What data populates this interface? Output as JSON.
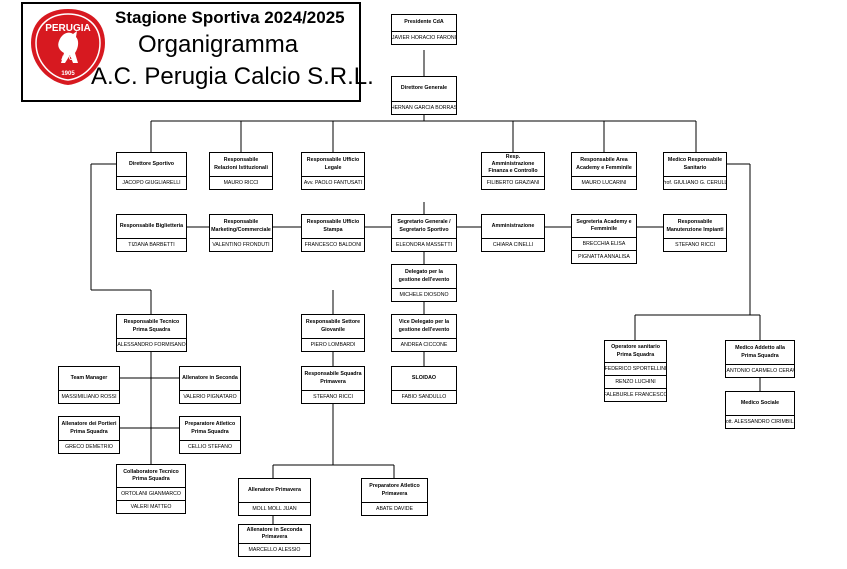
{
  "header": {
    "season": "Stagione Sportiva 2024/2025",
    "title": "Organigramma",
    "club": "A.C. Perugia Calcio S.R.L.",
    "logo_text": "PERUGIA",
    "logo_ac": "A.   C.",
    "logo_year": "1905",
    "logo_color": "#d71920"
  },
  "org": [
    {
      "role": "Presidente CdA",
      "names": [
        "JAVIER HORACIO FARONI"
      ]
    },
    {
      "role": "Direttore Generale",
      "names": [
        "HERNAN GARCIA BORRAS"
      ]
    },
    {
      "role": "Direttore Sportivo",
      "names": [
        "JACOPO GIUGLIARELLI"
      ]
    },
    {
      "role": "Responsabile Relazioni Istituzionali",
      "names": [
        "MAURO RICCI"
      ]
    },
    {
      "role": "Responsabile Ufficio Legale",
      "names": [
        "Avv. PAOLO FANTUSATI"
      ]
    },
    {
      "role": "Resp. Amministrazione Finanza e Controllo",
      "names": [
        "FILIBERTO GRAZIANI"
      ]
    },
    {
      "role": "Responsabile Area Academy e Femminile",
      "names": [
        "MAURO LUCARINI"
      ]
    },
    {
      "role": "Medico Responsabile Sanitario",
      "names": [
        "Prof. GIULIANO G. CERULLI"
      ]
    },
    {
      "role": "Responsabile Biglietteria",
      "names": [
        "TIZIANA BARBETTI"
      ]
    },
    {
      "role": "Responsabile Marketing/Commerciale",
      "names": [
        "VALENTINO FRONDUTI"
      ]
    },
    {
      "role": "Responsabile Ufficio Stampa",
      "names": [
        "FRANCESCO BALDONI"
      ]
    },
    {
      "role": "Segretario Generale / Segretario Sportivo",
      "names": [
        "ELEONORA MASSETTI"
      ]
    },
    {
      "role": "Amministrazione",
      "names": [
        "CHIARA CINELLI"
      ]
    },
    {
      "role": "Segreteria Academy e Femminile",
      "names": [
        "BRECCHIA ELISA",
        "PIGNATTA ANNALISA"
      ]
    },
    {
      "role": "Responsabile Manutenzione Impianti",
      "names": [
        "STEFANO RICCI"
      ]
    },
    {
      "role": "Delegato per la gestione dell'evento",
      "names": [
        "MICHELE DIOSONO"
      ]
    },
    {
      "role": "Vice Delegato per la gestione dell'evento",
      "names": [
        "ANDREA CICCONE"
      ]
    },
    {
      "role": "SLO/DAO",
      "names": [
        "FABIO SANDULLO"
      ]
    },
    {
      "role": "Responsabile Tecnico Prima Squadra",
      "names": [
        "ALESSANDRO FORMISANO"
      ]
    },
    {
      "role": "Team Manager",
      "names": [
        "MASSIMILIANO ROSSI"
      ]
    },
    {
      "role": "Allenatore in Seconda",
      "names": [
        "VALERIO PIGNATARO"
      ]
    },
    {
      "role": "Allenatore dei Portieri Prima Squadra",
      "names": [
        "GRECO DEMETRIO"
      ]
    },
    {
      "role": "Preparatore Atletico Prima Squadra",
      "names": [
        "CELLIO STEFANO"
      ]
    },
    {
      "role": "Collaboratore Tecnico Prima Squadra",
      "names": [
        "ORTOLANI GIANMARCO",
        "VALERI MATTEO"
      ]
    },
    {
      "role": "Responsabile Settore Giovanile",
      "names": [
        "PIERO LOMBARDI"
      ]
    },
    {
      "role": "Responsabile Squadra Primavera",
      "names": [
        "STEFANO RICCI"
      ]
    },
    {
      "role": "Allenatore Primavera",
      "names": [
        "MOLL MOLL JUAN"
      ]
    },
    {
      "role": "Preparatore Atletico Primavera",
      "names": [
        "ABATE DAVIDE"
      ]
    },
    {
      "role": "Allenatore in Seconda Primavera",
      "names": [
        "MARCELLO ALESSIO"
      ]
    },
    {
      "role": "Operatore sanitario Prima Squadra",
      "names": [
        "FEDERICO SPORTELLINI",
        "RENZO LUCHINI",
        "FALEBURLE FRANCESCO"
      ]
    },
    {
      "role": "Medico Addetto alla Prima Squadra",
      "names": [
        "Dott.. ANTONIO CARMELO CERAVOLO"
      ]
    },
    {
      "role": "Medico Sociale",
      "names": [
        "Dott. ALESSANDRO CIRIMBILLI"
      ]
    }
  ]
}
